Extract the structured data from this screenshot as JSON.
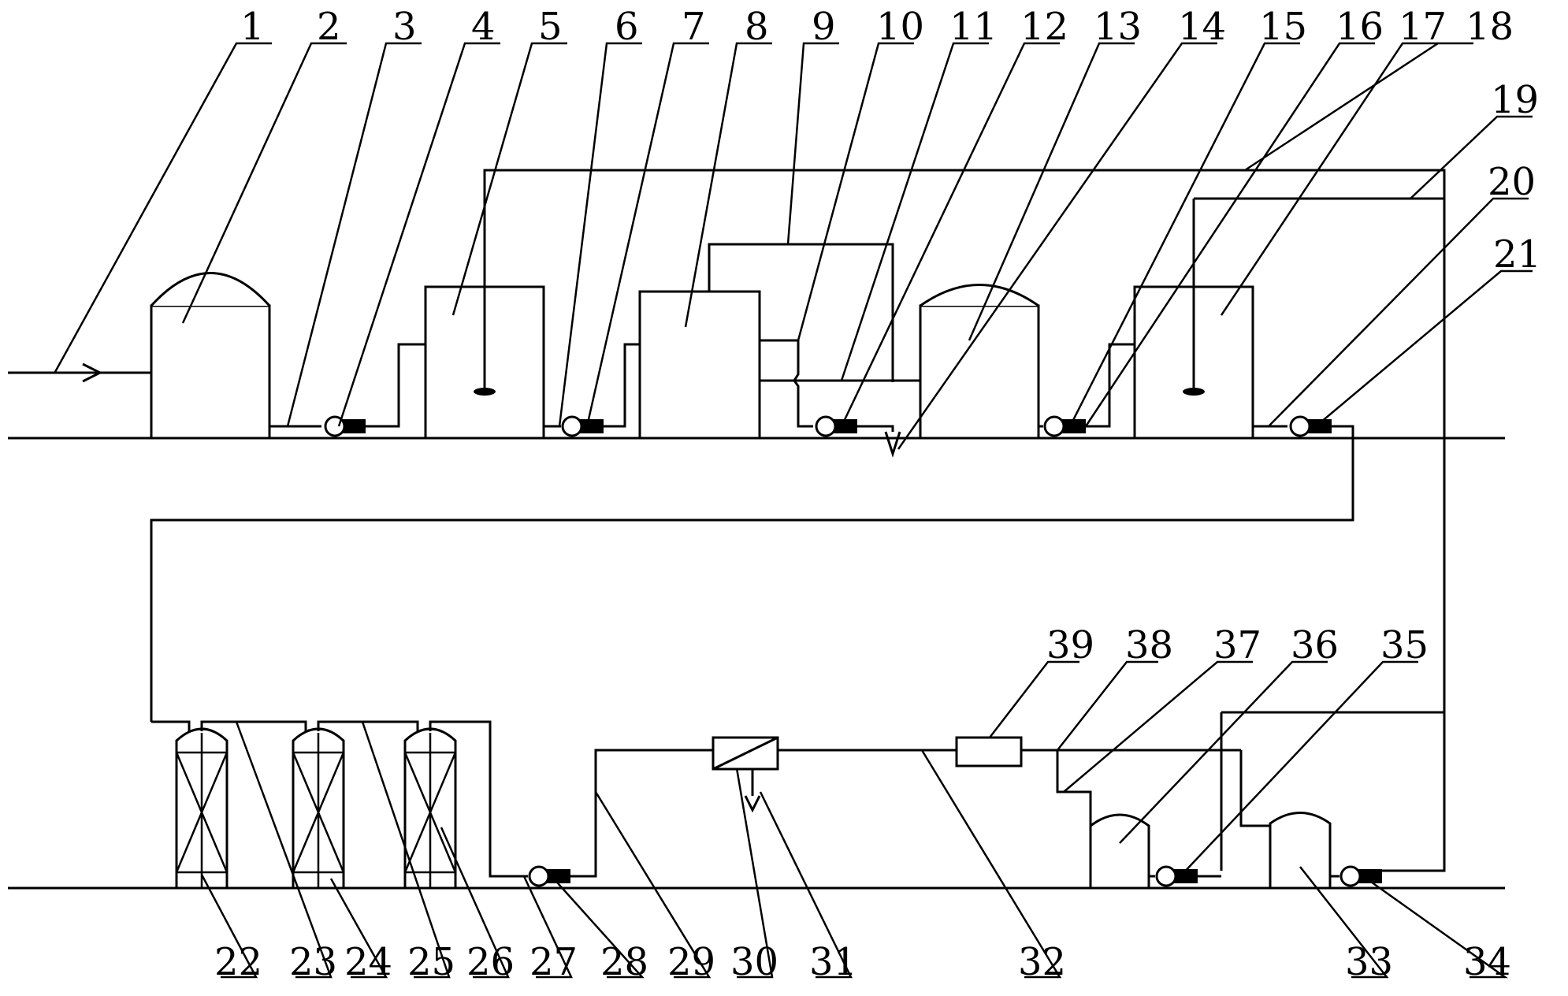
{
  "diagram": {
    "top_labels": [
      "1",
      "2",
      "3",
      "4",
      "5",
      "6",
      "7",
      "8",
      "9",
      "10",
      "11",
      "12",
      "13",
      "14",
      "15",
      "16",
      "17",
      "18"
    ],
    "right_labels": [
      "19",
      "20",
      "21"
    ],
    "bottom_labels": [
      "22",
      "23",
      "24",
      "25",
      "26",
      "27",
      "28",
      "29",
      "30",
      "31",
      "32",
      "33",
      "34"
    ],
    "middle_labels": [
      "39",
      "38",
      "37",
      "36",
      "35"
    ]
  }
}
